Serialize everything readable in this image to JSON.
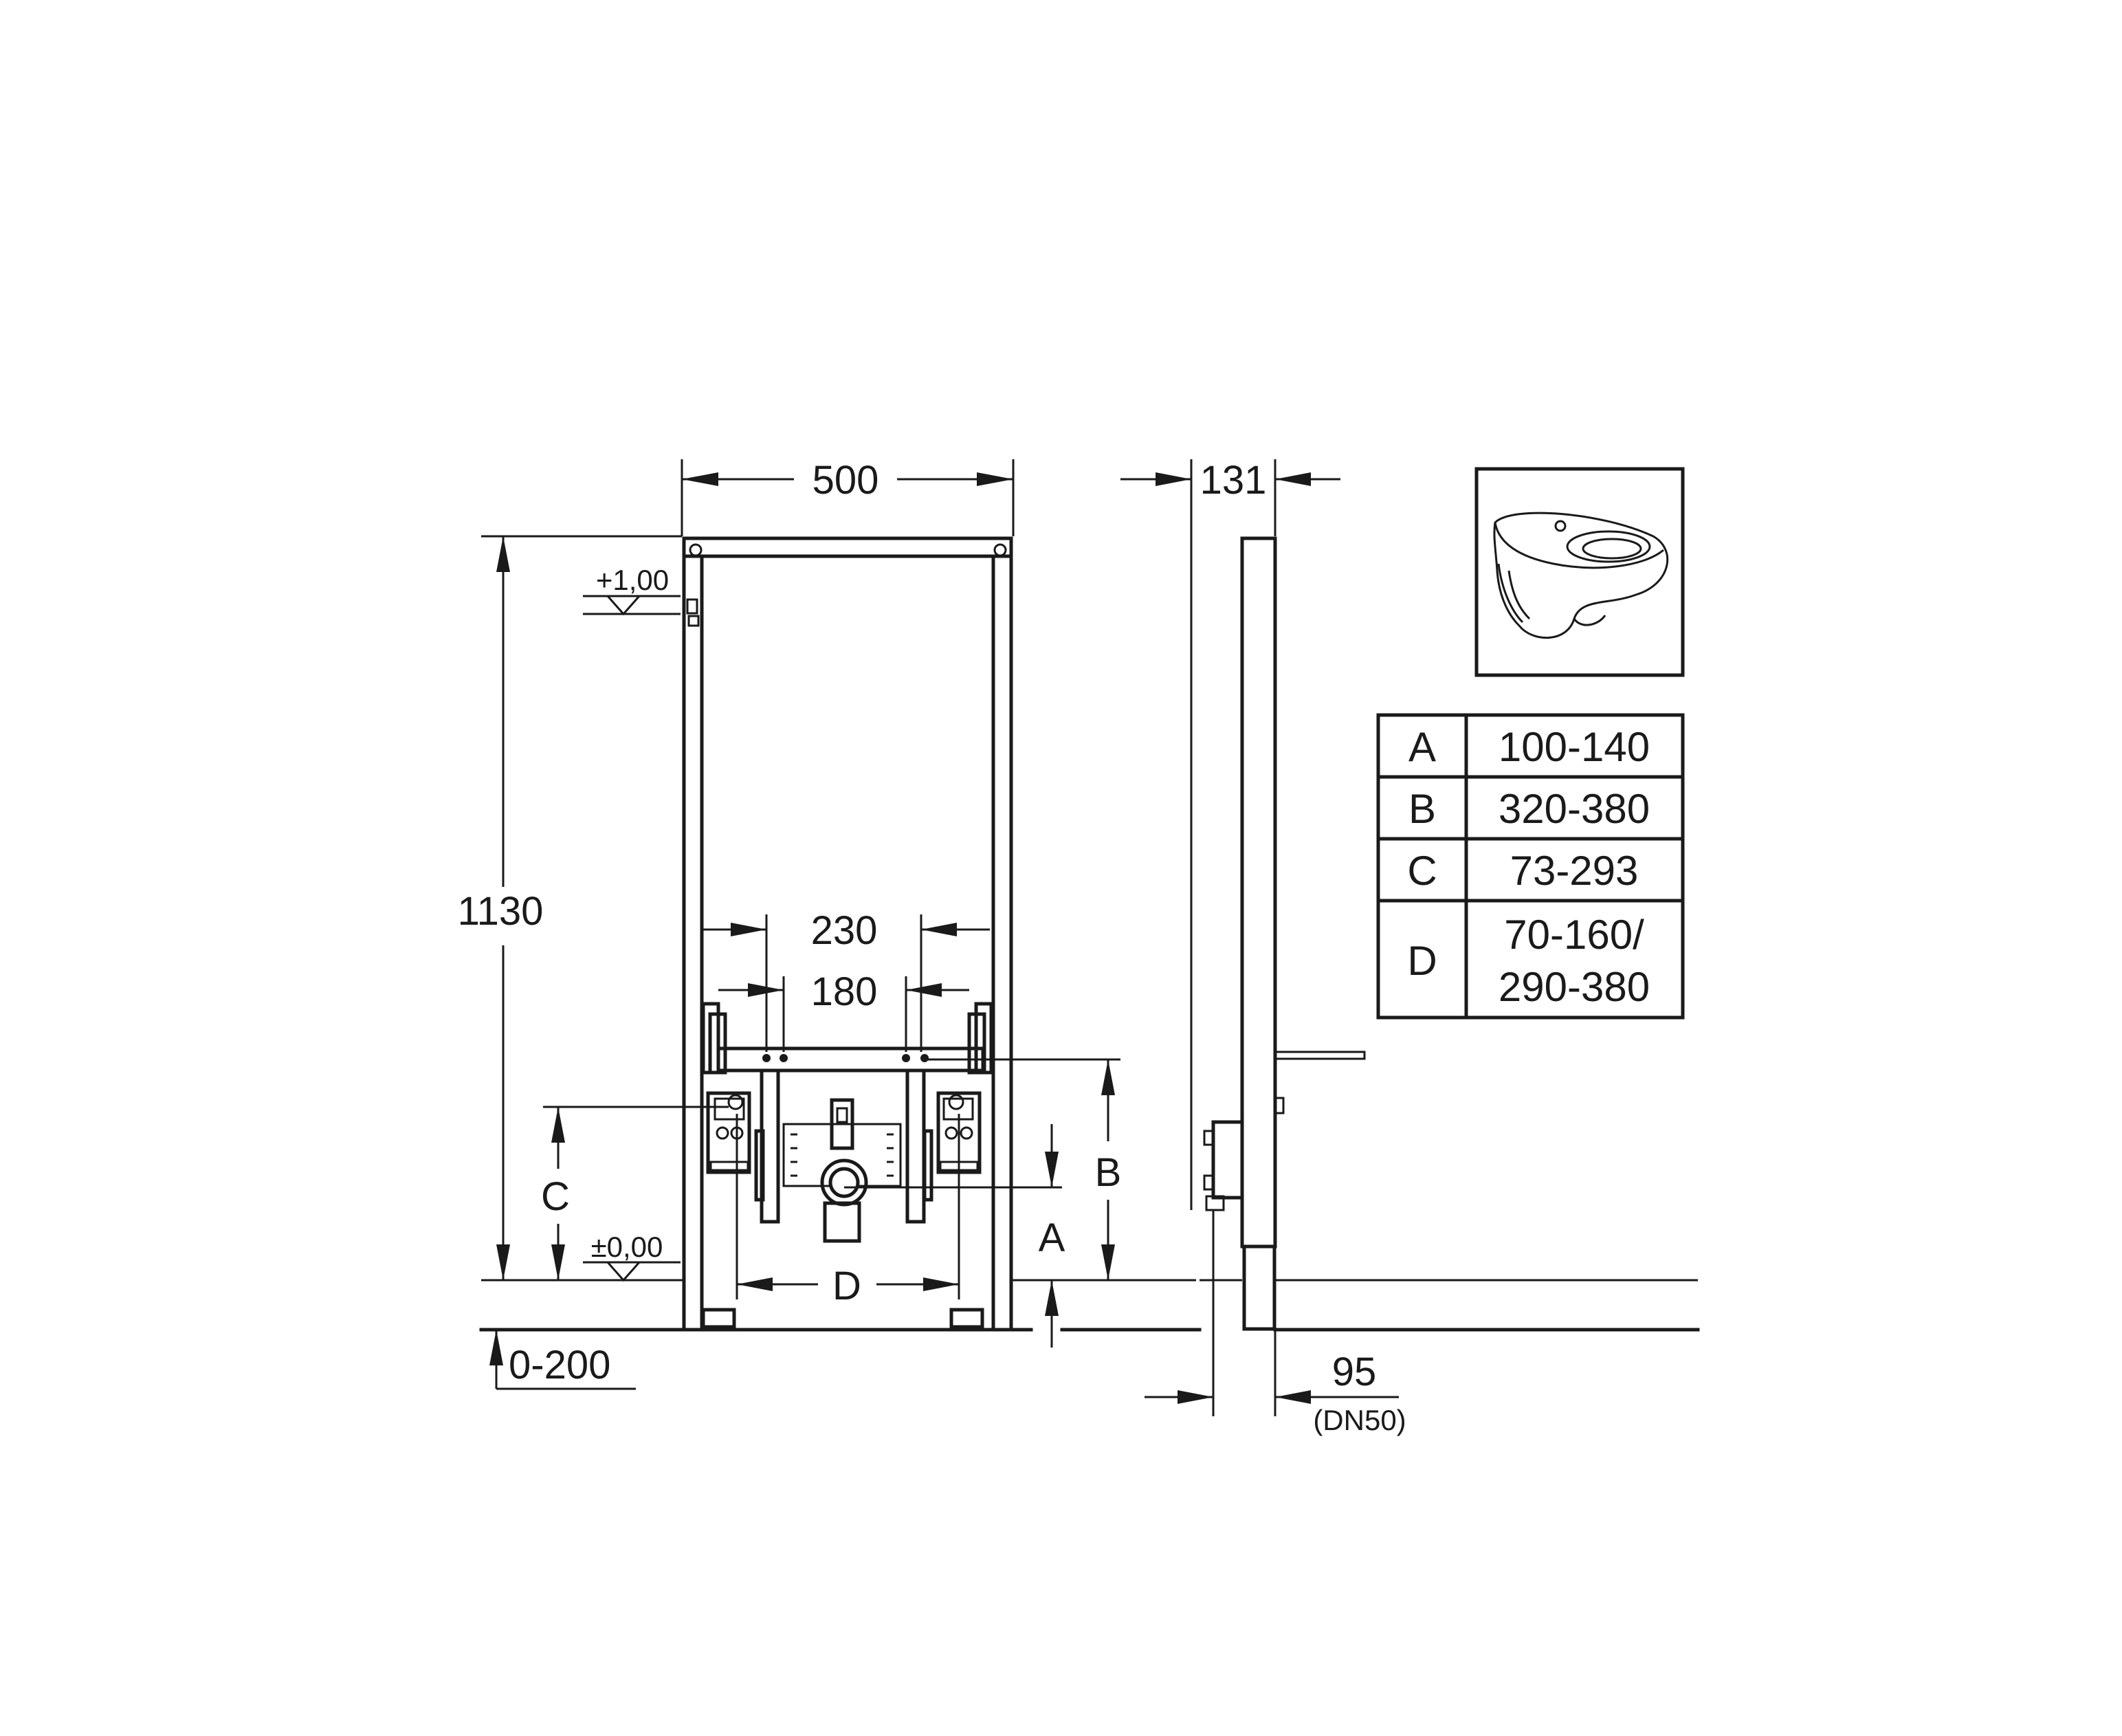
{
  "front_view": {
    "width_label": "500",
    "height_label": "1130",
    "top_level_label": "+1,00",
    "floor_level_label": "±0,00",
    "outer_spacing_label": "230",
    "inner_spacing_label": "180",
    "dim_b_label": "B",
    "dim_a_label": "A",
    "dim_c_label": "C",
    "dim_d_label": "D",
    "floor_adjust_label": "0-200"
  },
  "side_view": {
    "depth_label": "131",
    "drain_offset_label": "95",
    "drain_size_label": "(DN50)"
  },
  "dimension_table": {
    "rows": [
      {
        "key": "A",
        "lines": [
          "100-140"
        ]
      },
      {
        "key": "B",
        "lines": [
          "320-380"
        ]
      },
      {
        "key": "C",
        "lines": [
          "73-293"
        ]
      },
      {
        "key": "D",
        "lines": [
          "70-160/",
          "290-380"
        ]
      }
    ]
  },
  "product_image": {
    "icon": "bidet-icon"
  }
}
